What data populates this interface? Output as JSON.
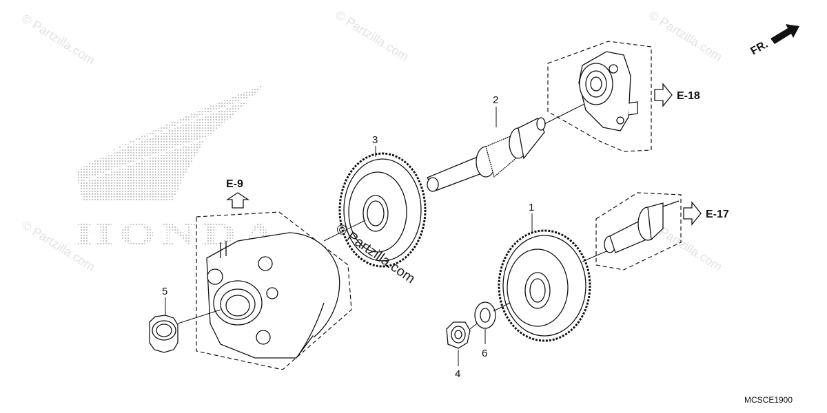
{
  "watermark": {
    "text": "© Partzilla.com",
    "center_text": "© Partzilla.com"
  },
  "logo": {
    "brand": "HONDA"
  },
  "direction": {
    "label": "FR."
  },
  "references": {
    "e9": "E-9",
    "e18": "E-18",
    "e17": "E-17"
  },
  "callouts": {
    "c1": "1",
    "c2": "2",
    "c3": "3",
    "c4": "4",
    "c5": "5",
    "c6": "6"
  },
  "diagram_code": "MCSCE1900",
  "colors": {
    "line": "#111111",
    "dots": "#9a9a9a",
    "watermark": "#e3e3e3"
  }
}
